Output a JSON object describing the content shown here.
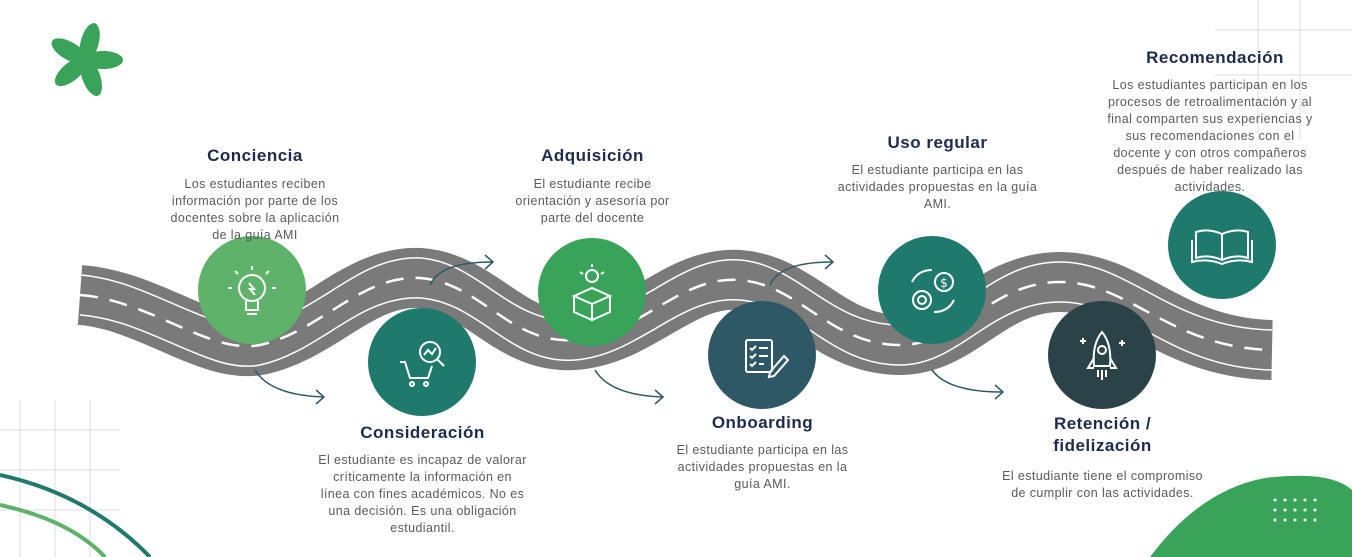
{
  "colors": {
    "background": "#ffffff",
    "road": "#7a7a7a",
    "road_lines": "#ffffff",
    "title": "#1f2a4f",
    "text": "#5a5a5a",
    "light_green": "#5fb26a",
    "teal": "#1f7a6d",
    "slate": "#2f5866",
    "dark_slate": "#2c4249",
    "accent_green": "#3aa35a",
    "arrow": "#2f5866"
  },
  "stages": [
    {
      "title": "Conciencia",
      "description": [
        "Los estudiantes reciben",
        "información por parte de los",
        "docentes sobre la aplicación",
        "de la guía AMI"
      ],
      "icon": "lightbulb-icon",
      "color": "#5fb26a"
    },
    {
      "title": "Consideración",
      "description": [
        "El estudiante es incapaz de valorar",
        "críticamente la información en",
        "línea con fines académicos. No es",
        "una decisión. Es una obligación",
        "estudiantil."
      ],
      "icon": "cart-search-icon",
      "color": "#1f7a6d"
    },
    {
      "title": "Adquisición",
      "description": [
        "El estudiante recibe",
        "orientación y asesoría por",
        "parte del docente"
      ],
      "icon": "box-idea-icon",
      "color": "#3aa35a"
    },
    {
      "title": "Onboarding",
      "description": [
        "El estudiante participa en las",
        "actividades propuestas en la",
        "guía AMI."
      ],
      "icon": "checklist-icon",
      "color": "#2f5866"
    },
    {
      "title": "Uso regular",
      "description": [
        "El estudiante participa en las",
        "actividades propuestas en la guía",
        "AMI."
      ],
      "icon": "gear-dollar-icon",
      "color": "#1f7a6d"
    },
    {
      "title": "Retención /",
      "title2": "fidelización",
      "description": [
        "El estudiante tiene el compromiso",
        "de cumplir con las actividades."
      ],
      "icon": "rocket-icon",
      "color": "#2c4249"
    },
    {
      "title": "Recomendación",
      "description": [
        "Los estudiantes participan en los",
        "procesos de retroalimentación y al",
        "final comparten sus experiencias y",
        "sus recomendaciones con el",
        "docente y con otros compañeros",
        "después de haber realizado las",
        "actividades."
      ],
      "icon": "open-book-icon",
      "color": "#1f7a6d"
    }
  ]
}
